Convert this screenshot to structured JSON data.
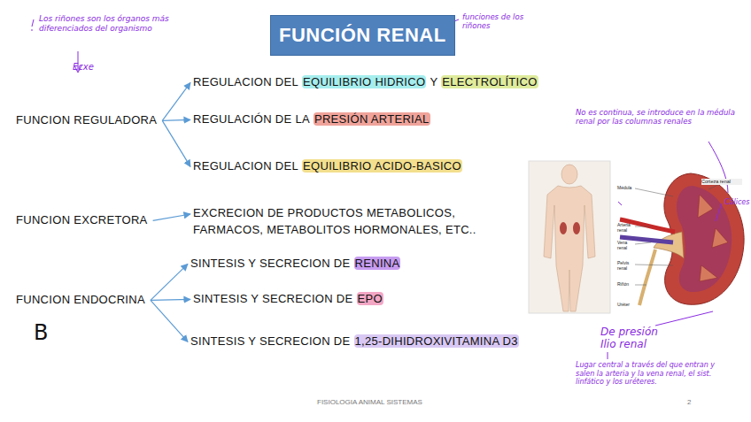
{
  "diagram": {
    "title": "FUNCIÓN RENAL",
    "nodes": [
      {
        "text": [
          "FUNCIÓN RENAL"
        ]
      },
      {
        "text": [
          "FUNCION REGULADORA"
        ]
      },
      {
        "text": [
          "REGULACION DEL",
          "EQUILIBRIO HIDRICO",
          "Y",
          "ELECTROLÍTICO"
        ]
      },
      {
        "text": [
          "REGULACIÓN DE LA",
          "PRESIÓN ARTERIAL"
        ]
      },
      {
        "text": [
          "REGULACION DEL",
          "EQUILIBRIO ACIDO-BASICO"
        ]
      },
      {
        "text": [
          "FUNCION EXCRETORA"
        ]
      },
      {
        "text": [
          "EXCRECION DE PRODUCTOS METABOLICOS, FARMACOS, METABOLITOS HORMONALES, ETC.."
        ]
      },
      {
        "text": [
          "FUNCION ENDOCRINA"
        ]
      },
      {
        "text": [
          "SINTESIS Y SECRECION DE",
          "RENINA"
        ]
      },
      {
        "text": [
          "SINTESIS Y SECRECION DE",
          "EPO"
        ]
      },
      {
        "text": [
          "SINTESIS Y SECRECION DE",
          "1,25-DIHIDROXIVITAMINA D3"
        ]
      }
    ],
    "edges": [
      {
        "from": 1,
        "to": 2,
        "arrow": "to"
      },
      {
        "from": 1,
        "to": 3,
        "arrow": "to"
      },
      {
        "from": 1,
        "to": 4,
        "arrow": "to"
      },
      {
        "from": 5,
        "to": 6,
        "arrow": "to"
      },
      {
        "from": 7,
        "to": 8,
        "arrow": "to"
      },
      {
        "from": 7,
        "to": 9,
        "arrow": "to"
      },
      {
        "from": 7,
        "to": 10,
        "arrow": "to"
      }
    ],
    "labels": [
      "Los riñones son los órganos más diferenciados del organismo",
      "Ecxe",
      "funciones de los riñones",
      "B",
      "No es continua, se introduce en la médula renal por las columnas renales",
      "Corteza renal",
      "Cálices",
      "Médula",
      "Arteria renal",
      "Vena renal",
      "Pelvis renal",
      "Riñón",
      "Uréter",
      "De presión Ilio renal",
      "Lugar central a través del que entran y salen la arteria y la vena renal, el sist. linfático y los uréteres.",
      "FISIOLOGIA ANIMAL SISTEMAS",
      "2"
    ]
  }
}
